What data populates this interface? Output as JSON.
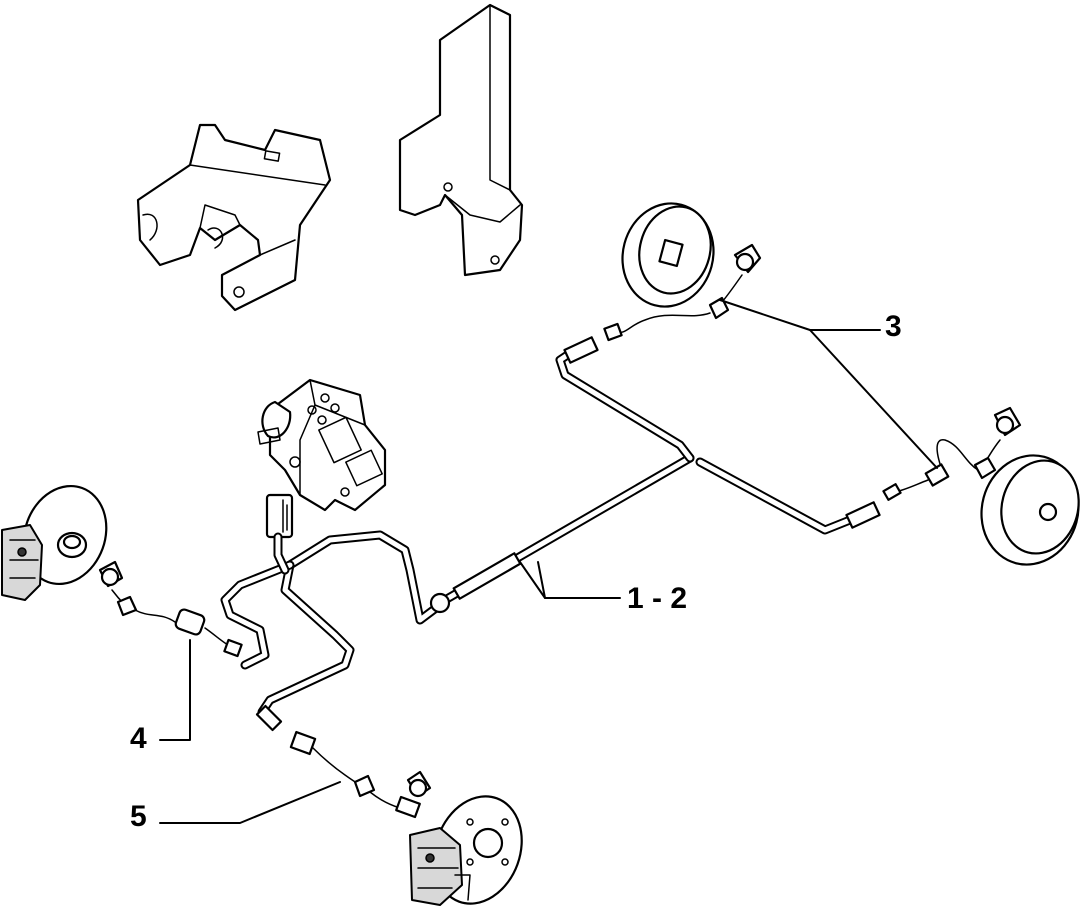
{
  "callouts": {
    "c3": "3",
    "c12": "1 - 2",
    "c4": "4",
    "c5": "5"
  }
}
